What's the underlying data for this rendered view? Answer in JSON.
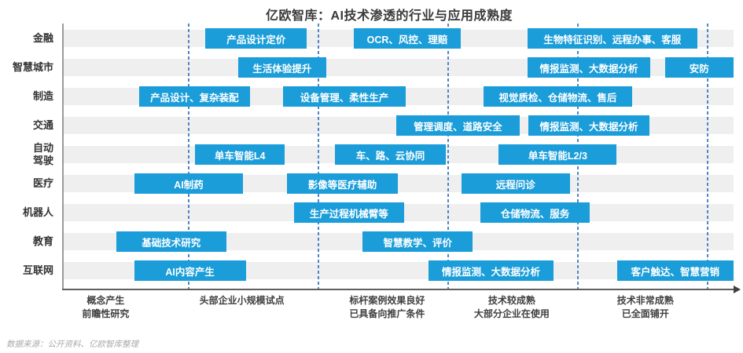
{
  "page": {
    "title": "亿欧智库：AI技术渗透的行业与应用成熟度",
    "source_note": "数据来源：公开资料、亿欧智库整理"
  },
  "chart_data": {
    "type": "bar",
    "variant": "horizontal-maturity-timeline",
    "title": "亿欧智库：AI技术渗透的行业与应用成熟度",
    "grid": "vertical-dashed",
    "legend": "none",
    "x_axis": {
      "unit": "应用成熟度（阶段）",
      "range_u": [
        0,
        5.25
      ],
      "gridlines_u": [
        1,
        2,
        3,
        4,
        5
      ],
      "stage_labels": [
        {
          "lines": [
            "概念产生",
            "前瞻性研究"
          ],
          "center_u": 0.36
        },
        {
          "lines": [
            "头部企业小规模试点"
          ],
          "center_u": 1.41
        },
        {
          "lines": [
            "标杆案例效果良好",
            "已具备向推广条件"
          ],
          "center_u": 2.53
        },
        {
          "lines": [
            "技术较成熟",
            "大部分企业在使用"
          ],
          "center_u": 3.49
        },
        {
          "lines": [
            "技术非常成熟",
            "已全面铺开"
          ],
          "center_u": 4.52
        }
      ]
    },
    "rows": [
      {
        "industry_lines": [
          "金融"
        ],
        "bars": [
          {
            "label": "产品设计定价",
            "start_u": 1.13,
            "end_u": 1.91
          },
          {
            "label": "OCR、风控、理赔",
            "start_u": 2.27,
            "end_u": 3.1
          },
          {
            "label": "生物特征识别、远程办事、客服",
            "start_u": 3.61,
            "end_u": 4.92
          }
        ]
      },
      {
        "industry_lines": [
          "智慧城市"
        ],
        "bars": [
          {
            "label": "生活体验提升",
            "start_u": 1.38,
            "end_u": 2.06
          },
          {
            "label": "情报监测、大数据分析",
            "start_u": 3.61,
            "end_u": 4.56
          },
          {
            "label": "安防",
            "start_u": 4.67,
            "end_u": 5.2
          }
        ]
      },
      {
        "industry_lines": [
          "制造"
        ],
        "bars": [
          {
            "label": "产品设计、复杂装配",
            "start_u": 0.62,
            "end_u": 1.47
          },
          {
            "label": "设备管理、柔性生产",
            "start_u": 1.73,
            "end_u": 2.67
          },
          {
            "label": "视觉质检、仓储物流、售后",
            "start_u": 3.27,
            "end_u": 4.42
          }
        ]
      },
      {
        "industry_lines": [
          "交通"
        ],
        "bars": [
          {
            "label": "管理调度、道路安全",
            "start_u": 2.6,
            "end_u": 3.55
          },
          {
            "label": "情报监测、大数据分析",
            "start_u": 3.62,
            "end_u": 4.55
          }
        ]
      },
      {
        "industry_lines": [
          "自动",
          "驾驶"
        ],
        "bars": [
          {
            "label": "单车智能L4",
            "start_u": 1.05,
            "end_u": 1.74
          },
          {
            "label": "车、路、云协同",
            "start_u": 2.13,
            "end_u": 2.98
          },
          {
            "label": "单车智能L2/3",
            "start_u": 3.39,
            "end_u": 4.3
          }
        ]
      },
      {
        "industry_lines": [
          "医疗"
        ],
        "bars": [
          {
            "label": "AI制药",
            "start_u": 0.58,
            "end_u": 1.42
          },
          {
            "label": "影像等医疗辅助",
            "start_u": 1.76,
            "end_u": 2.61
          },
          {
            "label": "远程问诊",
            "start_u": 3.1,
            "end_u": 3.94
          }
        ]
      },
      {
        "industry_lines": [
          "机器人"
        ],
        "bars": [
          {
            "label": "生产过程机械臂等",
            "start_u": 1.81,
            "end_u": 2.66
          },
          {
            "label": "仓储物流、服务",
            "start_u": 3.25,
            "end_u": 4.09
          }
        ]
      },
      {
        "industry_lines": [
          "教育"
        ],
        "bars": [
          {
            "label": "基础技术研究",
            "start_u": 0.44,
            "end_u": 1.29
          },
          {
            "label": "智慧教学、评价",
            "start_u": 2.34,
            "end_u": 3.19
          }
        ]
      },
      {
        "industry_lines": [
          "互联网"
        ],
        "bars": [
          {
            "label": "AI内容产生",
            "start_u": 0.58,
            "end_u": 1.44
          },
          {
            "label": "情报监测、大数据分析",
            "start_u": 2.85,
            "end_u": 3.81
          },
          {
            "label": "客户触达、智慧营销",
            "start_u": 4.3,
            "end_u": 5.2
          }
        ]
      }
    ],
    "colors": {
      "bar": "#1B9DD9",
      "stripe": "#EFEFEF",
      "gridline": "#4F86C6",
      "y_axis": "#9A9A9A",
      "x_axis": "#5F5F5F",
      "bar_text": "#FFFFFF"
    }
  }
}
